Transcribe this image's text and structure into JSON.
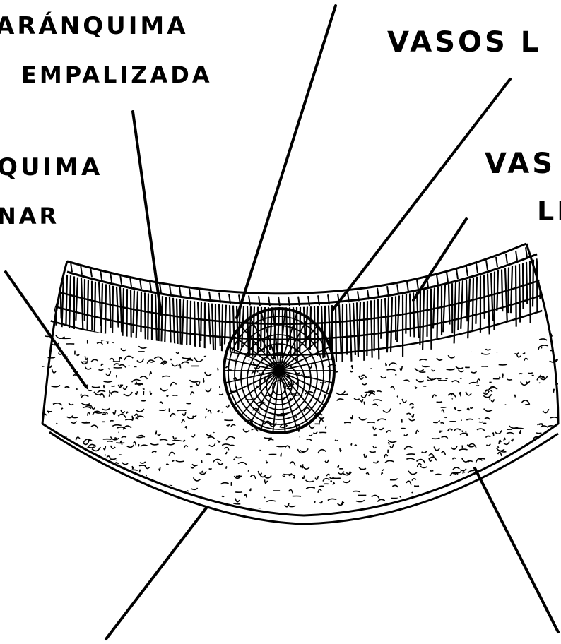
{
  "labels": {
    "parenquima_top": "ARÁNQUIMA",
    "empalizada": "EMPALIZADA",
    "quima_left": "QUIMA",
    "nar": "NAR",
    "vasos_1": "VASOS L",
    "vas_2": "VAS",
    "l_2": "LE"
  },
  "colors": {
    "ink": "#000000",
    "background": "#ffffff"
  }
}
